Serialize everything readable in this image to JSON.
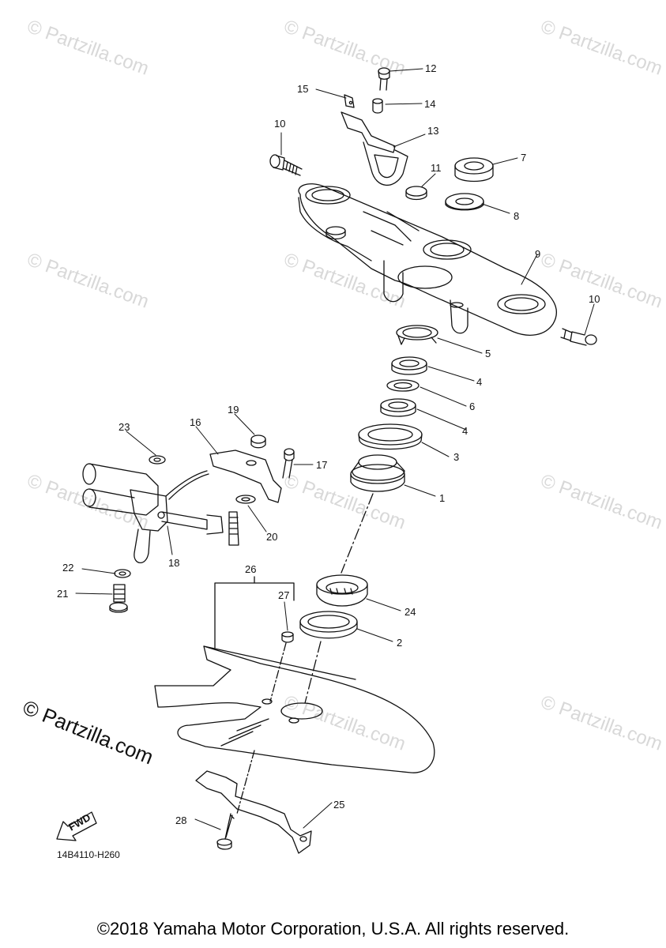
{
  "watermark_text": "© Partzilla.com",
  "prominent_watermark": "© Partzilla.com",
  "diagram_code": "14B4110-H260",
  "fwd_label": "FWD",
  "copyright": "©2018 Yamaha Motor Corporation, U.S.A. All rights reserved.",
  "callouts": {
    "c1": "1",
    "c2": "2",
    "c3": "3",
    "c4a": "4",
    "c4b": "4",
    "c5": "5",
    "c6": "6",
    "c7": "7",
    "c8": "8",
    "c9": "9",
    "c10a": "10",
    "c10b": "10",
    "c11": "11",
    "c12": "12",
    "c13": "13",
    "c14": "14",
    "c15": "15",
    "c16": "16",
    "c17": "17",
    "c18": "18",
    "c19": "19",
    "c20": "20",
    "c21": "21",
    "c22": "22",
    "c23": "23",
    "c24": "24",
    "c25": "25",
    "c26": "26",
    "c27": "27",
    "c28": "28"
  },
  "colors": {
    "line": "#111111",
    "watermark": "#d8d8d8",
    "background": "#ffffff"
  }
}
